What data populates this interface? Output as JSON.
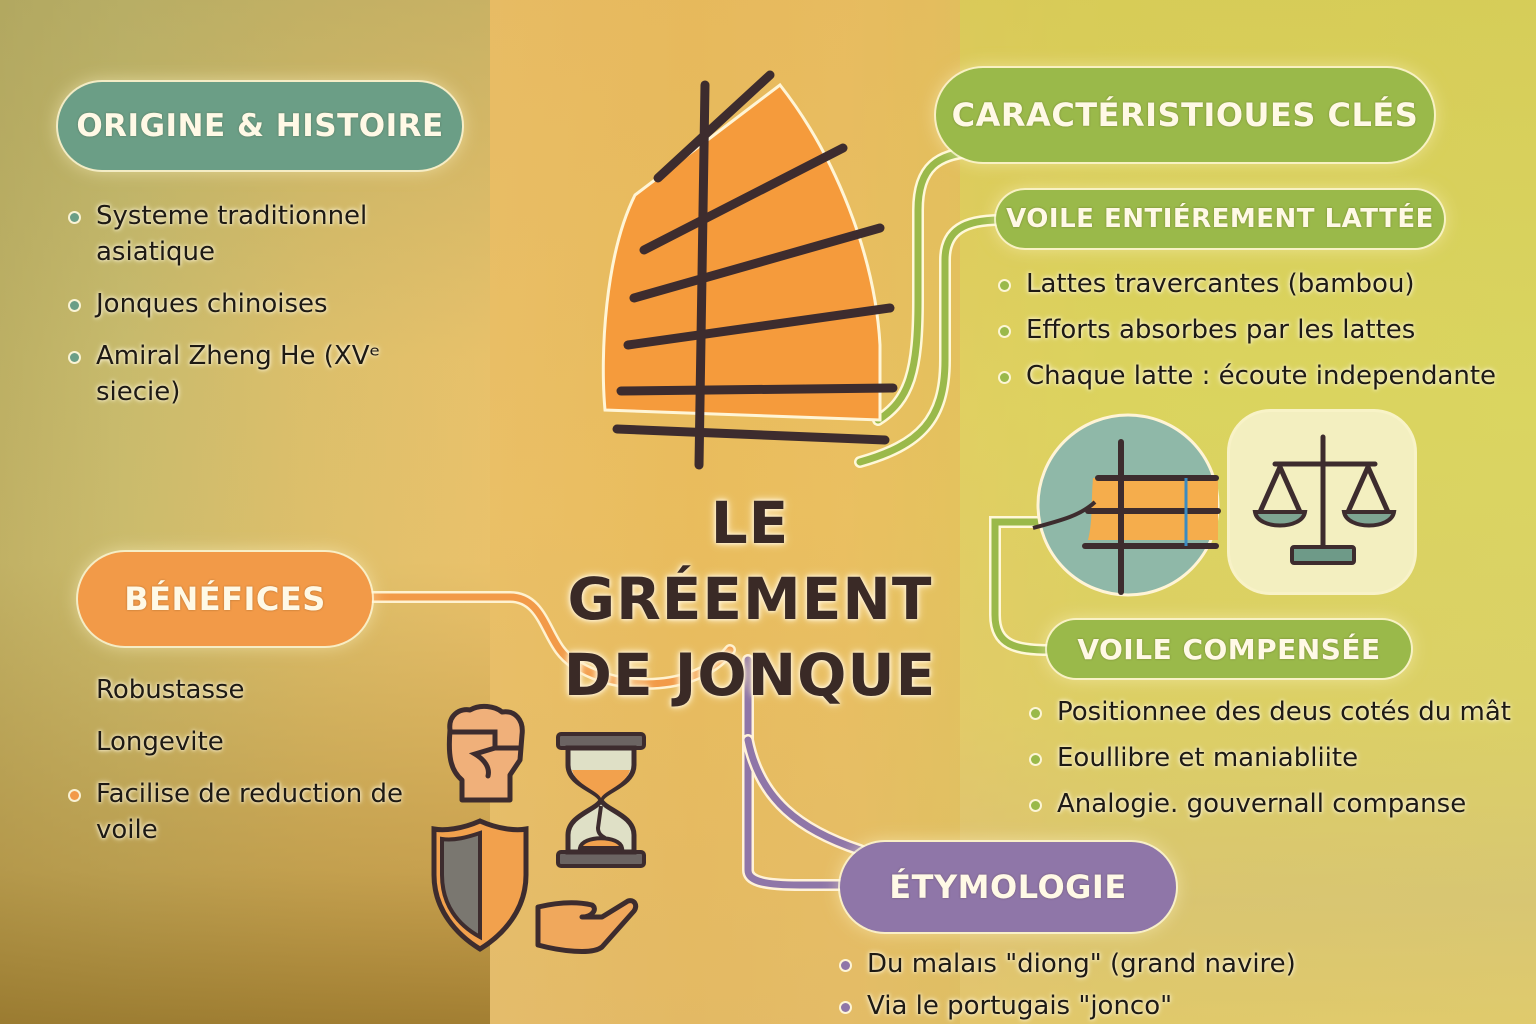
{
  "title": {
    "line1": "LE GRÉEMENT",
    "line2": "DE JONQUE"
  },
  "colors": {
    "teal": "#6b9e86",
    "green": "#9ab94a",
    "orange": "#f29a48",
    "purple": "#8f76a8",
    "mast": "#3d2c2e",
    "sail": "#f59b3c"
  },
  "origine": {
    "heading": "ORIGINE & HISTOIRE",
    "items": [
      {
        "text": "Systeme traditionnel asiatique"
      },
      {
        "text": "Jonques chinoises"
      },
      {
        "text": "Amiral Zheng He (XVᵉ siecie)"
      }
    ]
  },
  "caracteristiques": {
    "heading": "CARACTÉRISTIOUES CLÉS",
    "voile_lattee": {
      "heading": "VOILE ENTIÉREMENT LATTÉE",
      "items": [
        {
          "text": "Lattes travercantes (bambou)"
        },
        {
          "text": "Efforts absorbes par les lattes"
        },
        {
          "text": "Chaque latte : écoute independante"
        }
      ]
    },
    "voile_compensee": {
      "heading": "VOILE COMPENSÉE",
      "items": [
        {
          "text": "Positionnee des deus cotés du mât"
        },
        {
          "text": "Eoullibre et maniabliite"
        },
        {
          "text": "Analogie. gouvernall companse"
        }
      ]
    }
  },
  "benefices": {
    "heading": "BÉNÉFICES",
    "items": [
      {
        "text": "Robustasse"
      },
      {
        "text": "Longevite"
      },
      {
        "text": "Facilise de reduction de voile"
      }
    ],
    "icons": [
      "fist-icon",
      "hourglass-icon",
      "shield-icon",
      "hand-icon"
    ]
  },
  "etymologie": {
    "heading": "ÉTYMOLOGIE",
    "items": [
      {
        "text": "Du malaıs \"diong\" (grand navire)"
      },
      {
        "text": "Via le portugais \"jonco\""
      }
    ]
  },
  "illustrations": {
    "central": "junk-sail-icon",
    "lattee_detail": "battened-sail-detail-icon",
    "compensee_detail": "balance-scale-icon"
  }
}
